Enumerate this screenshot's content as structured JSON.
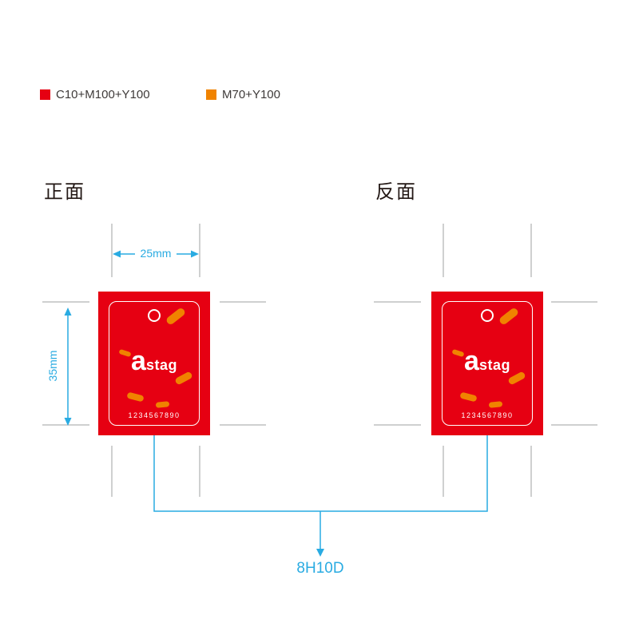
{
  "legend": {
    "items": [
      {
        "label": "C10+M100+Y100",
        "color": "#e60012"
      },
      {
        "label": "M70+Y100",
        "color": "#f08300"
      }
    ]
  },
  "sections": {
    "front": "正面",
    "back": "反面"
  },
  "dimensions": {
    "width": "25mm",
    "height": "35mm"
  },
  "tag": {
    "logo_a": "a",
    "logo_rest": "stag",
    "number": "1234567890"
  },
  "code": "8H10D",
  "colors": {
    "tag_red": "#e60012",
    "leaf_orange": "#f08300",
    "annotation_cyan": "#29abe2",
    "crop_mark_gray": "#9fa0a0",
    "text_black": "#231815"
  }
}
